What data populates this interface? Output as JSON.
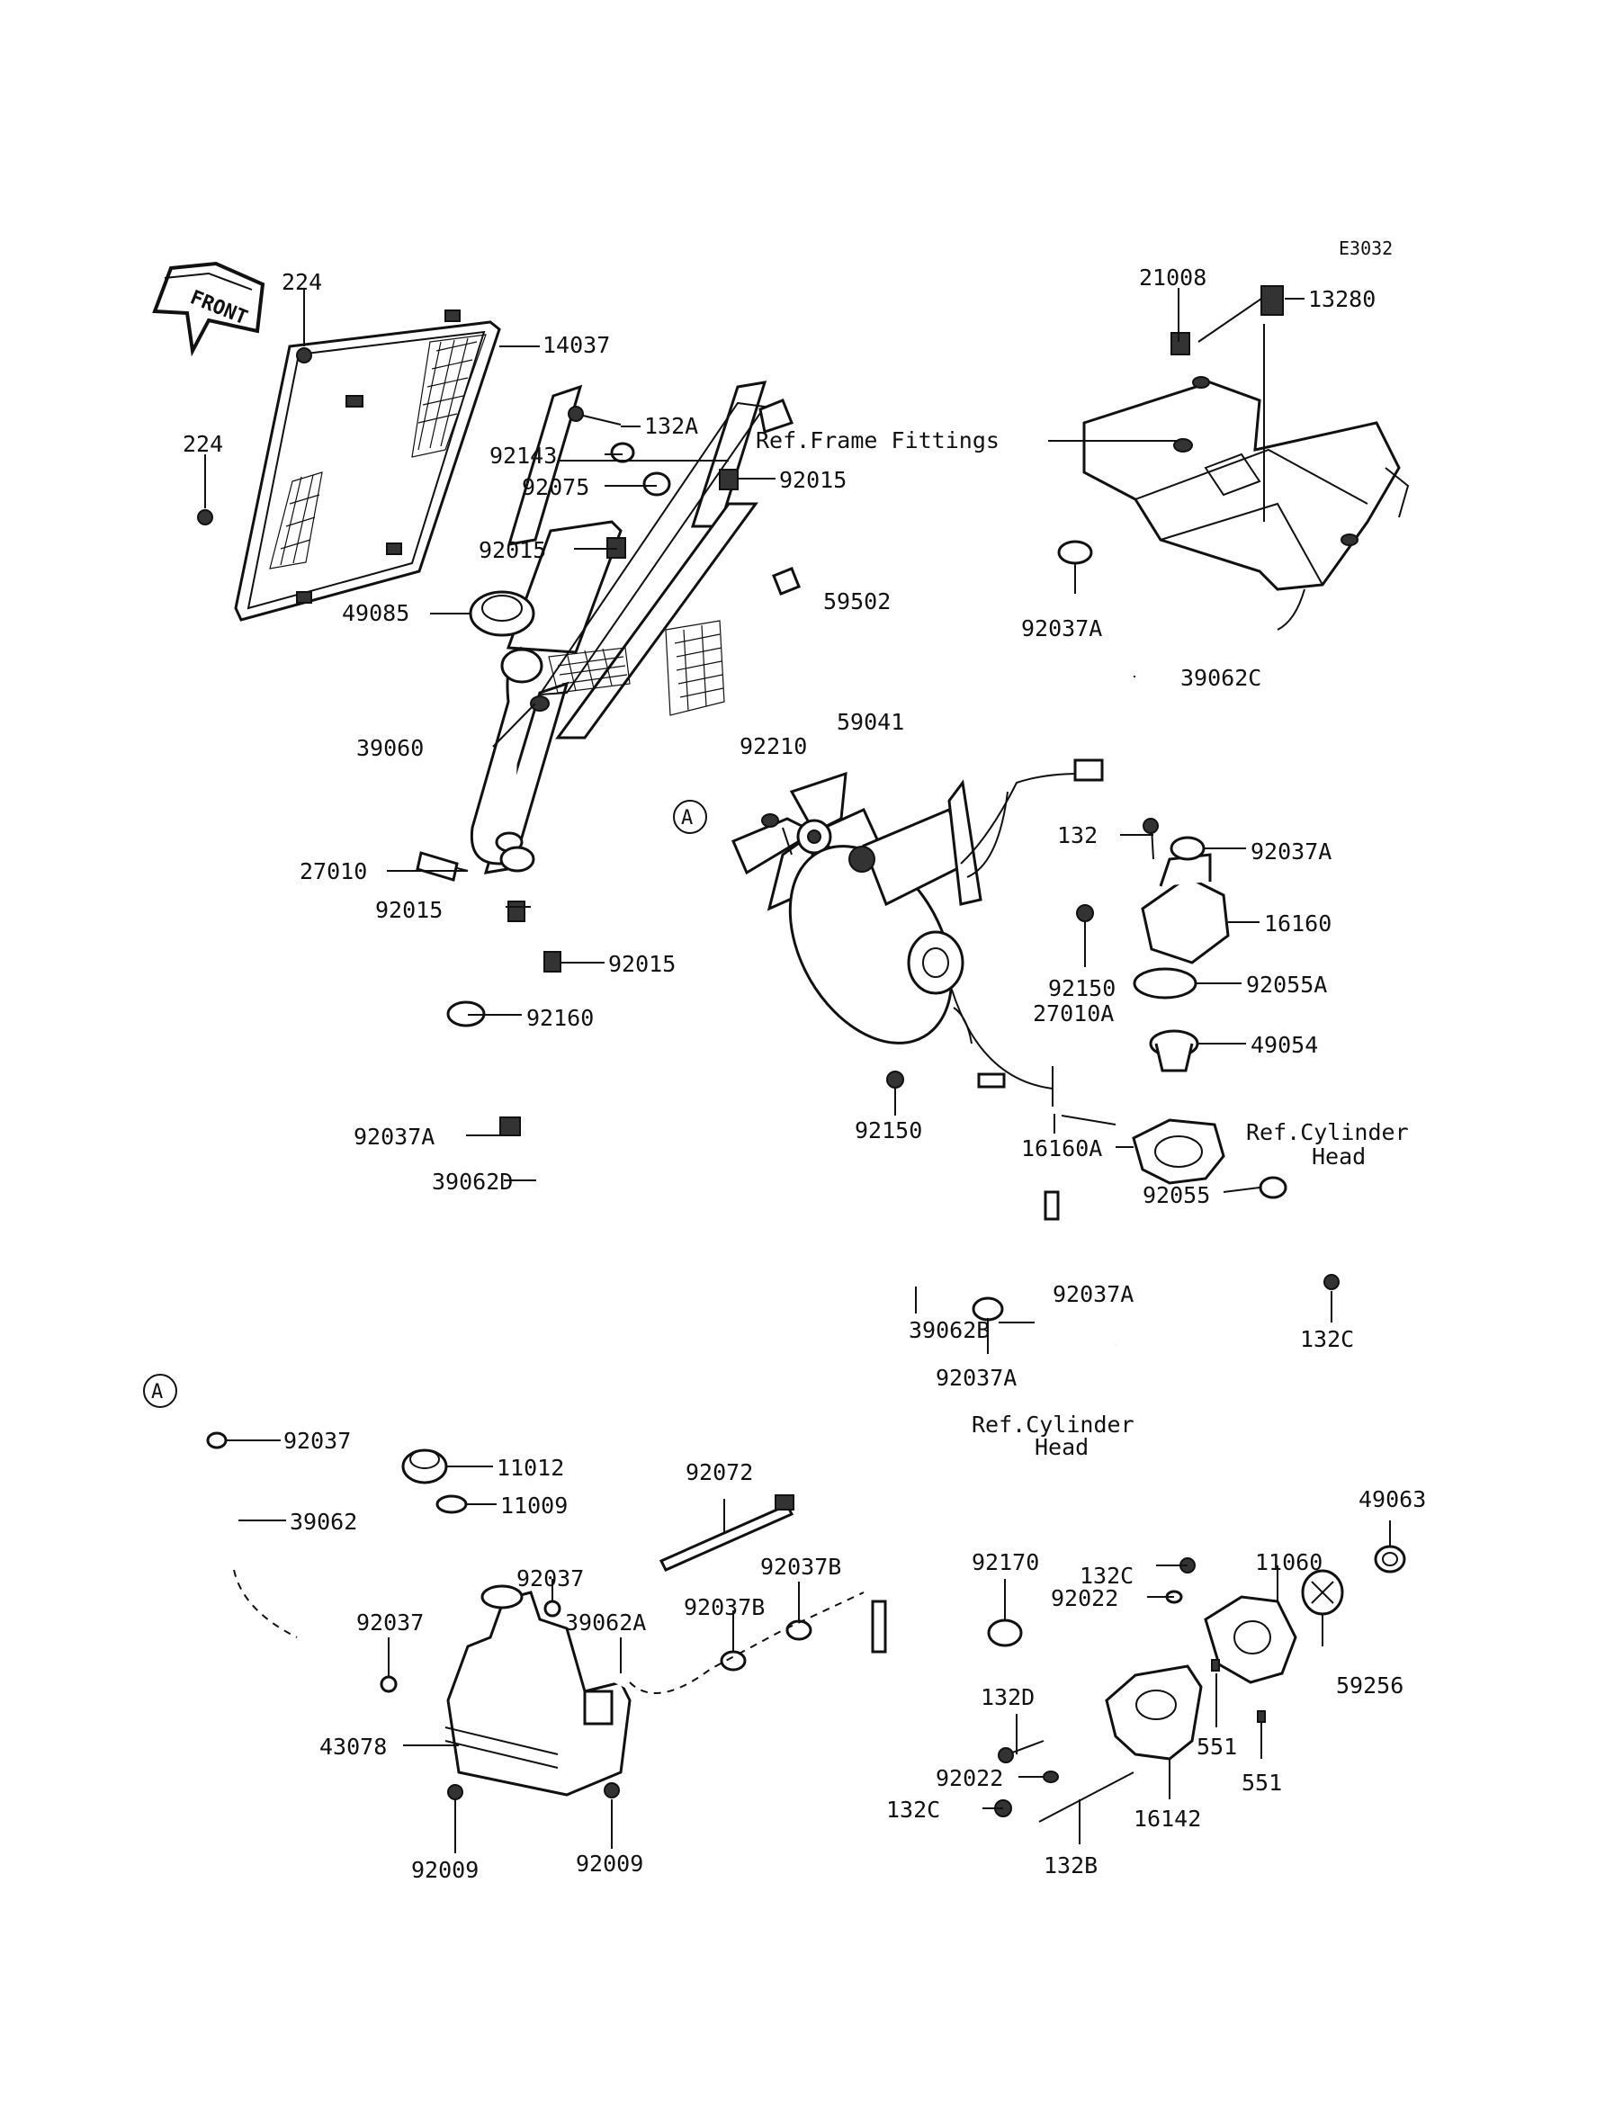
{
  "diagram": {
    "code": "E3032",
    "front_label": "FRONT",
    "circle_ref": "A",
    "labels": {
      "l224a": "224",
      "l224b": "224",
      "l14037": "14037",
      "l132A": "132A",
      "l92143": "92143",
      "l92075": "92075",
      "l92015a": "92015",
      "l92015b": "92015",
      "l92015c": "92015",
      "l92015d": "92015",
      "refFrame": "Ref.Frame Fittings",
      "l21008": "21008",
      "l13280": "13280",
      "l92037Aa": "92037A",
      "l92037Ab": "92037A",
      "l92037Ac": "92037A",
      "l92037Ad": "92037A",
      "l92037Ae": "92037A",
      "l49085": "49085",
      "l59502": "59502",
      "l59041": "59041",
      "l39060": "39060",
      "l92210": "92210",
      "l39062C": "39062C",
      "l27010": "27010",
      "l132": "132",
      "l16160": "16160",
      "l92160": "92160",
      "l92150a": "92150",
      "l92150b": "92150",
      "l27010A": "27010A",
      "l92055A": "92055A",
      "l49054": "49054",
      "l16160A": "16160A",
      "refCyl1a": "Ref.Cylinder",
      "refCyl1b": "Head",
      "l39062D": "39062D",
      "l92055": "92055",
      "l39062B": "39062B",
      "l132Ca": "132C",
      "l132Cb": "132C",
      "l132Cc": "132C",
      "refCyl2a": "Ref.Cylinder",
      "refCyl2b": "Head",
      "l92037a": "92037",
      "l92037b": "92037",
      "l92037c": "92037",
      "l11012": "11012",
      "l92072": "92072",
      "l39062": "39062",
      "l11009": "11009",
      "l92037Ba": "92037B",
      "l92037Bb": "92037B",
      "l39062A": "39062A",
      "l92170": "92170",
      "l92022a": "92022",
      "l92022b": "92022",
      "l11060": "11060",
      "l49063": "49063",
      "l132D": "132D",
      "l59256": "59256",
      "l43078": "43078",
      "l551a": "551",
      "l551b": "551",
      "l16142": "16142",
      "l92009a": "92009",
      "l92009b": "92009",
      "l132B": "132B"
    }
  }
}
